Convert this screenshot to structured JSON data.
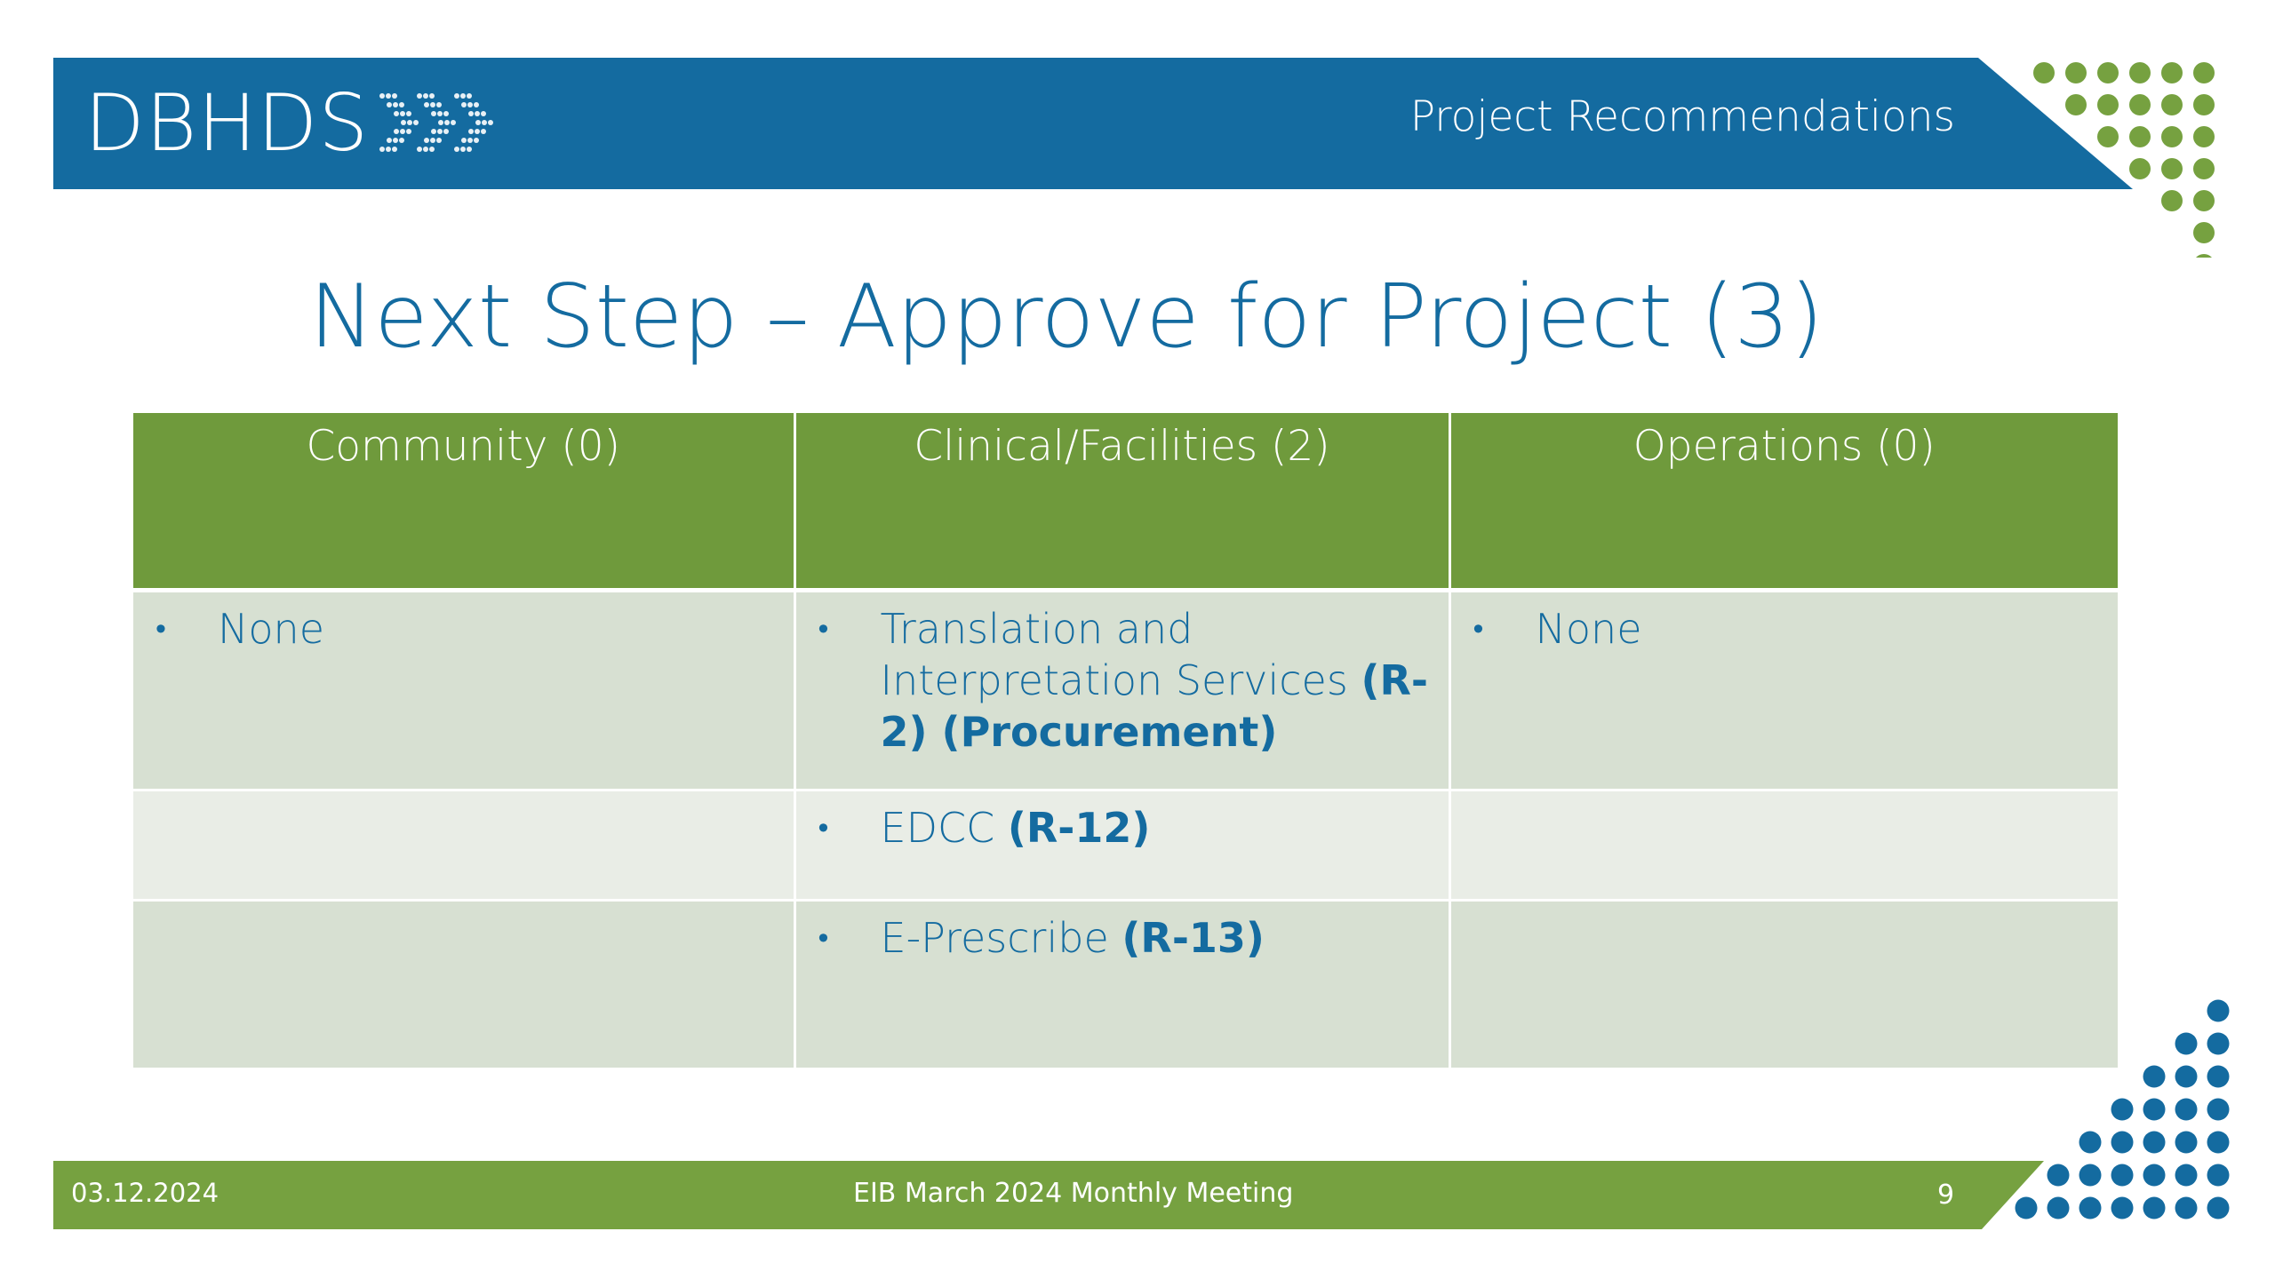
{
  "header": {
    "logo_text": "DBHDS",
    "section_title": "Project Recommendations"
  },
  "slide": {
    "title": "Next Step – Approve for Project (3)"
  },
  "table": {
    "columns": [
      "Community (0)",
      "Clinical/Facilities (2)",
      "Operations (0)"
    ],
    "rows": [
      {
        "community": "None",
        "clinical": {
          "text": "Translation and Interpretation Services",
          "code": "(R-2) (Procurement)"
        },
        "operations": "None"
      },
      {
        "community": "",
        "clinical": {
          "text": "EDCC",
          "code": "(R-12)"
        },
        "operations": ""
      },
      {
        "community": "",
        "clinical": {
          "text": "E-Prescribe",
          "code": "(R-13)"
        },
        "operations": ""
      }
    ]
  },
  "footer": {
    "date": "03.12.2024",
    "meeting": "EIB March 2024 Monthly Meeting",
    "page_number": "9"
  },
  "colors": {
    "brand_blue": "#146ba0",
    "brand_green": "#76a140",
    "table_header_green": "#6f9a3c",
    "row_dark": "#d7e0d2",
    "row_light": "#e9ede6"
  },
  "icons": [
    "chevron-arrows-icon",
    "green-dot-pattern",
    "blue-dot-pattern"
  ]
}
